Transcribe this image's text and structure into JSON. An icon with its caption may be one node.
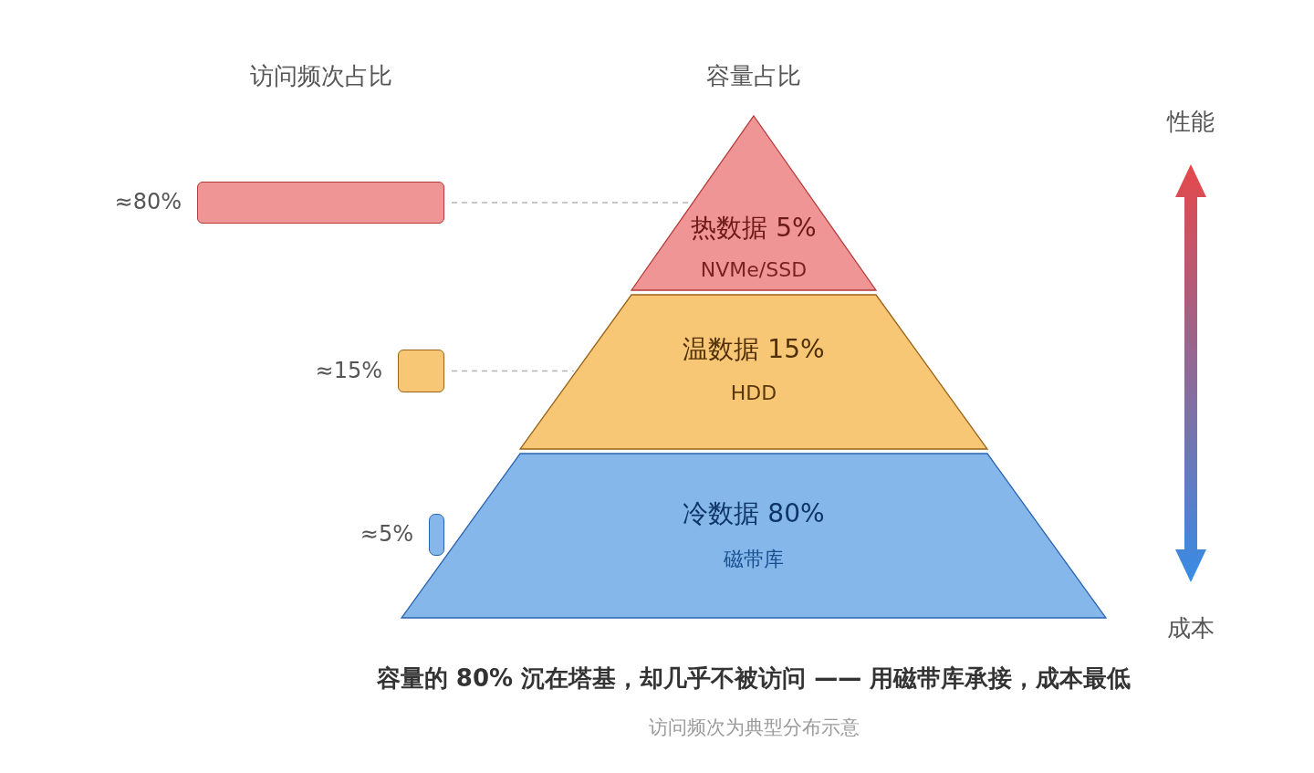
{
  "diagram": {
    "caption": "容量的 80% 沉在塔基，却几乎不被访问 —— 用磁带库承接，成本最低",
    "nodes": [
      {
        "text": [
          "热数据 5%",
          "NVMe/SSD"
        ]
      },
      {
        "text": [
          "温数据 15%",
          "HDD"
        ]
      },
      {
        "text": [
          "冷数据 80%",
          "磁带库"
        ]
      },
      {
        "text": [],
        "shape": "bar",
        "beside": [
          "≈80%"
        ]
      },
      {
        "text": [],
        "shape": "bar",
        "beside": [
          "≈15%"
        ]
      },
      {
        "text": [],
        "shape": "bar"
      }
    ],
    "edges": [
      {
        "from": 3,
        "to": 0,
        "arrow": "none",
        "style": "dashed"
      },
      {
        "from": 4,
        "to": 1,
        "arrow": "none",
        "style": "dashed"
      }
    ],
    "labels": [
      "访问频次占比",
      "容量占比",
      "性能",
      "≈5%",
      "成本",
      "访问频次为典型分布示意"
    ]
  }
}
